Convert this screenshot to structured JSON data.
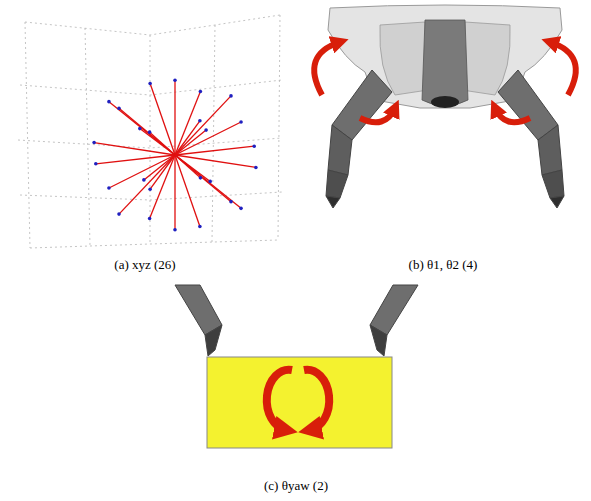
{
  "diagram": {
    "labels": [
      "(a) xyz (26)",
      "(b) θ1, θ2 (4)",
      "(c) θyaw (2)"
    ]
  }
}
